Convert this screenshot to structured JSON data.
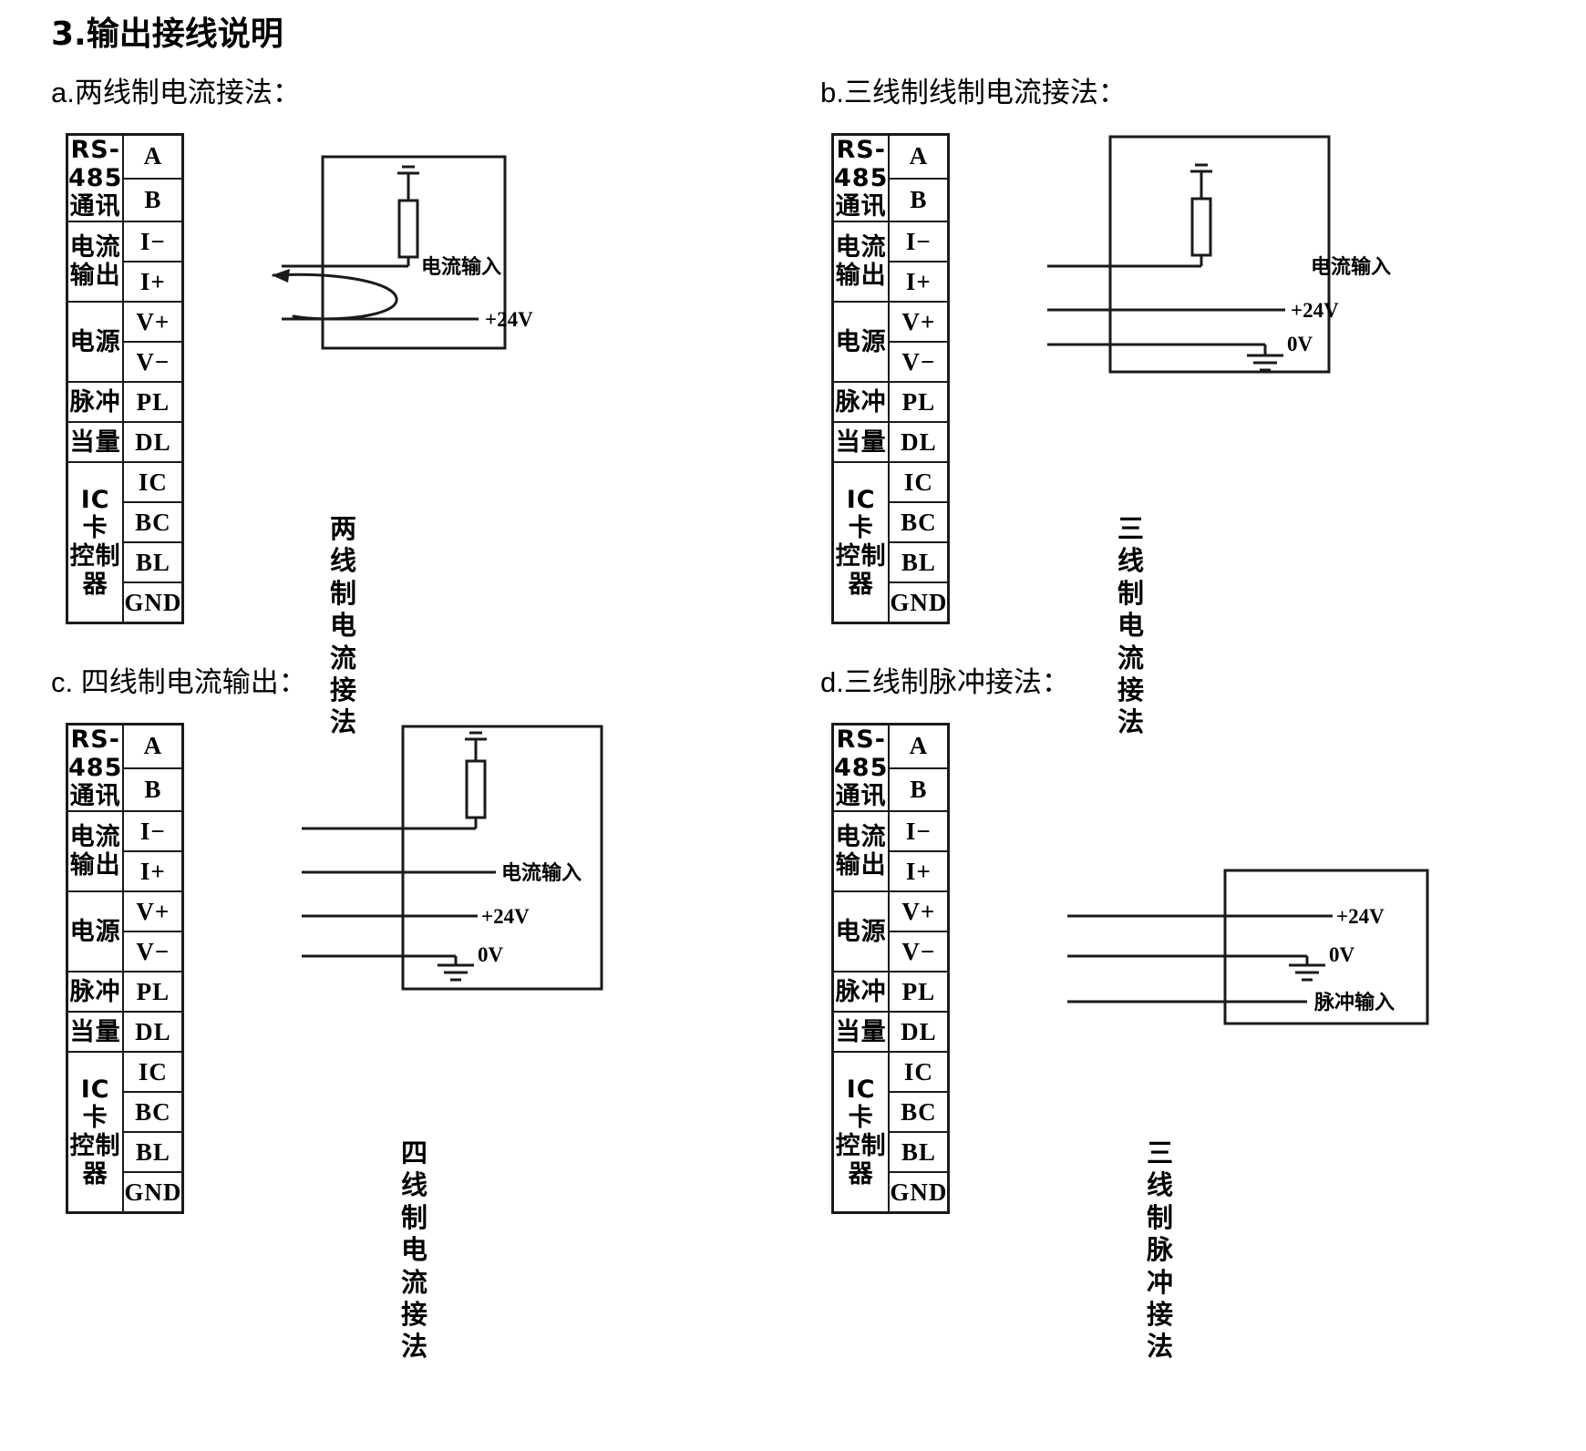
{
  "document": {
    "title": "3.输出接线说明"
  },
  "terminal_table": {
    "rows": [
      {
        "group": "RS-485\n通讯",
        "span": 2,
        "pins": [
          "A",
          "B"
        ]
      },
      {
        "group": "电流\n输出",
        "span": 2,
        "pins": [
          "I−",
          "I+"
        ]
      },
      {
        "group": "电源",
        "span": 2,
        "pins": [
          "V+",
          "V−"
        ]
      },
      {
        "group": "脉冲",
        "span": 1,
        "pins": [
          "PL"
        ]
      },
      {
        "group": "当量",
        "span": 1,
        "pins": [
          "DL"
        ]
      },
      {
        "group": "IC卡\n控制器",
        "span": 4,
        "pins": [
          "IC",
          "BC",
          "BL",
          "GND"
        ]
      }
    ],
    "flat_pins": [
      "A",
      "B",
      "I−",
      "I+",
      "V+",
      "V−",
      "PL",
      "DL",
      "IC",
      "BC",
      "BL",
      "GND"
    ],
    "group_labels": [
      "RS-485 通讯",
      "电流 输出",
      "电源",
      "脉冲",
      "当量",
      "IC卡 控制器"
    ]
  },
  "panels": [
    {
      "key": "a",
      "title": "a.两线制电流接法：",
      "caption": "两线制电\n流接法",
      "wire_labels": [
        "电流输入",
        "+24V"
      ],
      "connections": [
        "I+",
        "V+"
      ],
      "has_resistor": true,
      "has_ground_top": true,
      "has_loop_arrow": true
    },
    {
      "key": "b",
      "title": "b.三线制线制电流接法：",
      "caption": "三线制电\n流接法",
      "wire_labels": [
        "电流输入",
        "+24V",
        "0V"
      ],
      "connections": [
        "I+",
        "V+",
        "V−"
      ],
      "has_resistor": true,
      "has_ground_top": true,
      "has_ground_0v": true
    },
    {
      "key": "c",
      "title": "c. 四线制电流输出：",
      "caption": "四线制电\n流接法",
      "wire_labels": [
        "电流输入",
        "+24V",
        "0V"
      ],
      "connections": [
        "I−",
        "I+",
        "V+",
        "V−"
      ],
      "has_resistor": true,
      "has_ground_top": true,
      "has_ground_0v": true
    },
    {
      "key": "d",
      "title": "d.三线制脉冲接法：",
      "caption": "三线制脉\n冲接法",
      "wire_labels": [
        "+24V",
        "0V",
        "脉冲输入"
      ],
      "connections": [
        "V+",
        "V−",
        "PL"
      ],
      "has_resistor": false,
      "has_ground_0v": true
    }
  ],
  "colors": {
    "line": "#1a1a1a",
    "text": "#000000",
    "background": "#ffffff"
  }
}
